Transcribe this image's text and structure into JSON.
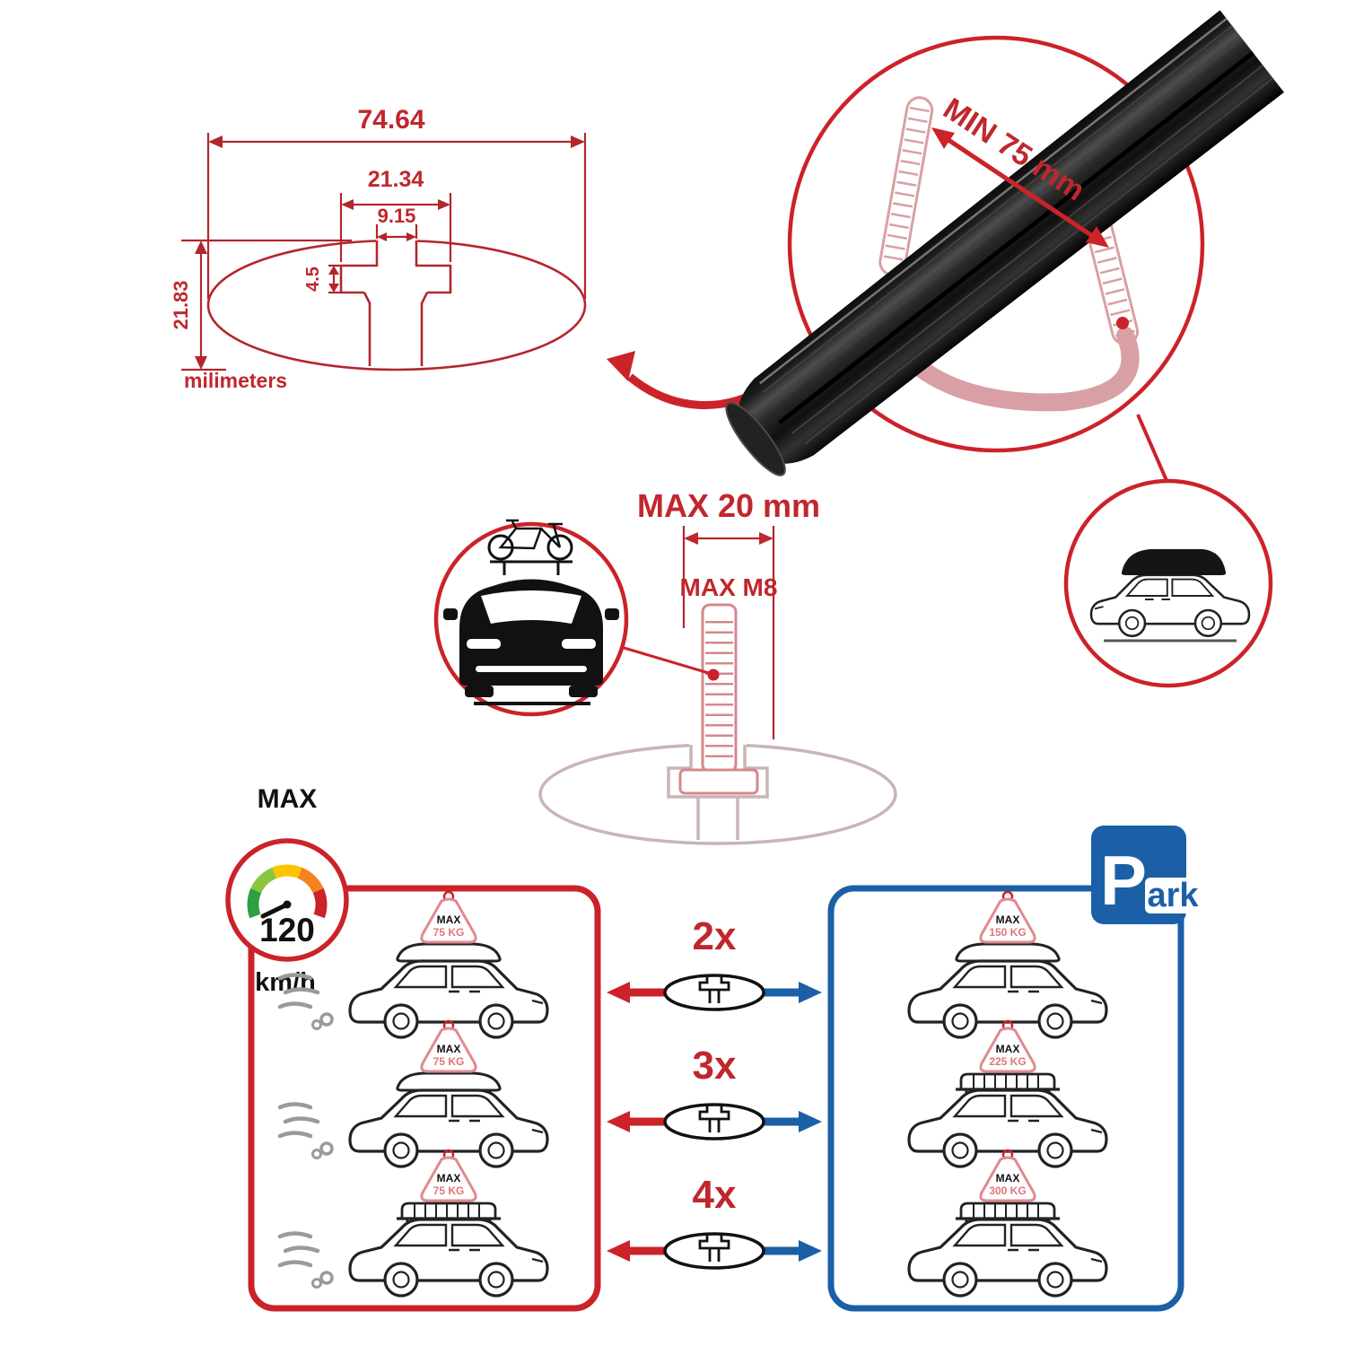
{
  "profile_dimensions": {
    "total_width": "74.64",
    "channel_outer_width": "21.34",
    "slot_width": "9.15",
    "slot_depth": "4.5",
    "total_height": "21.83",
    "units_label": "milimeters"
  },
  "bar_detail": {
    "min_bar_length": "MIN 75 mm"
  },
  "bolt_detail": {
    "max_channel_width": "MAX 20 mm",
    "max_bolt_size": "MAX M8"
  },
  "speed_limit": {
    "max_label": "MAX",
    "value": "120",
    "units": "km/h"
  },
  "parking_sign": {
    "letter": "P",
    "suffix": "ark"
  },
  "cone": {
    "max_label": "MAX"
  },
  "driving_panel": {
    "cars": [
      {
        "weight": "75 KG"
      },
      {
        "weight": "75 KG"
      },
      {
        "weight": "75 KG"
      }
    ]
  },
  "parked_panel": {
    "cars": [
      {
        "weight": "150 KG"
      },
      {
        "weight": "225 KG"
      },
      {
        "weight": "300 KG"
      }
    ]
  },
  "multipliers": [
    "2x",
    "3x",
    "4x"
  ],
  "colors": {
    "red": "#cc2229",
    "dark_red": "#b3262c",
    "blue": "#1b5fa7",
    "pink": "#d4888c",
    "ghost_pink": "#c9b4b6",
    "bar_black": "#111111"
  }
}
